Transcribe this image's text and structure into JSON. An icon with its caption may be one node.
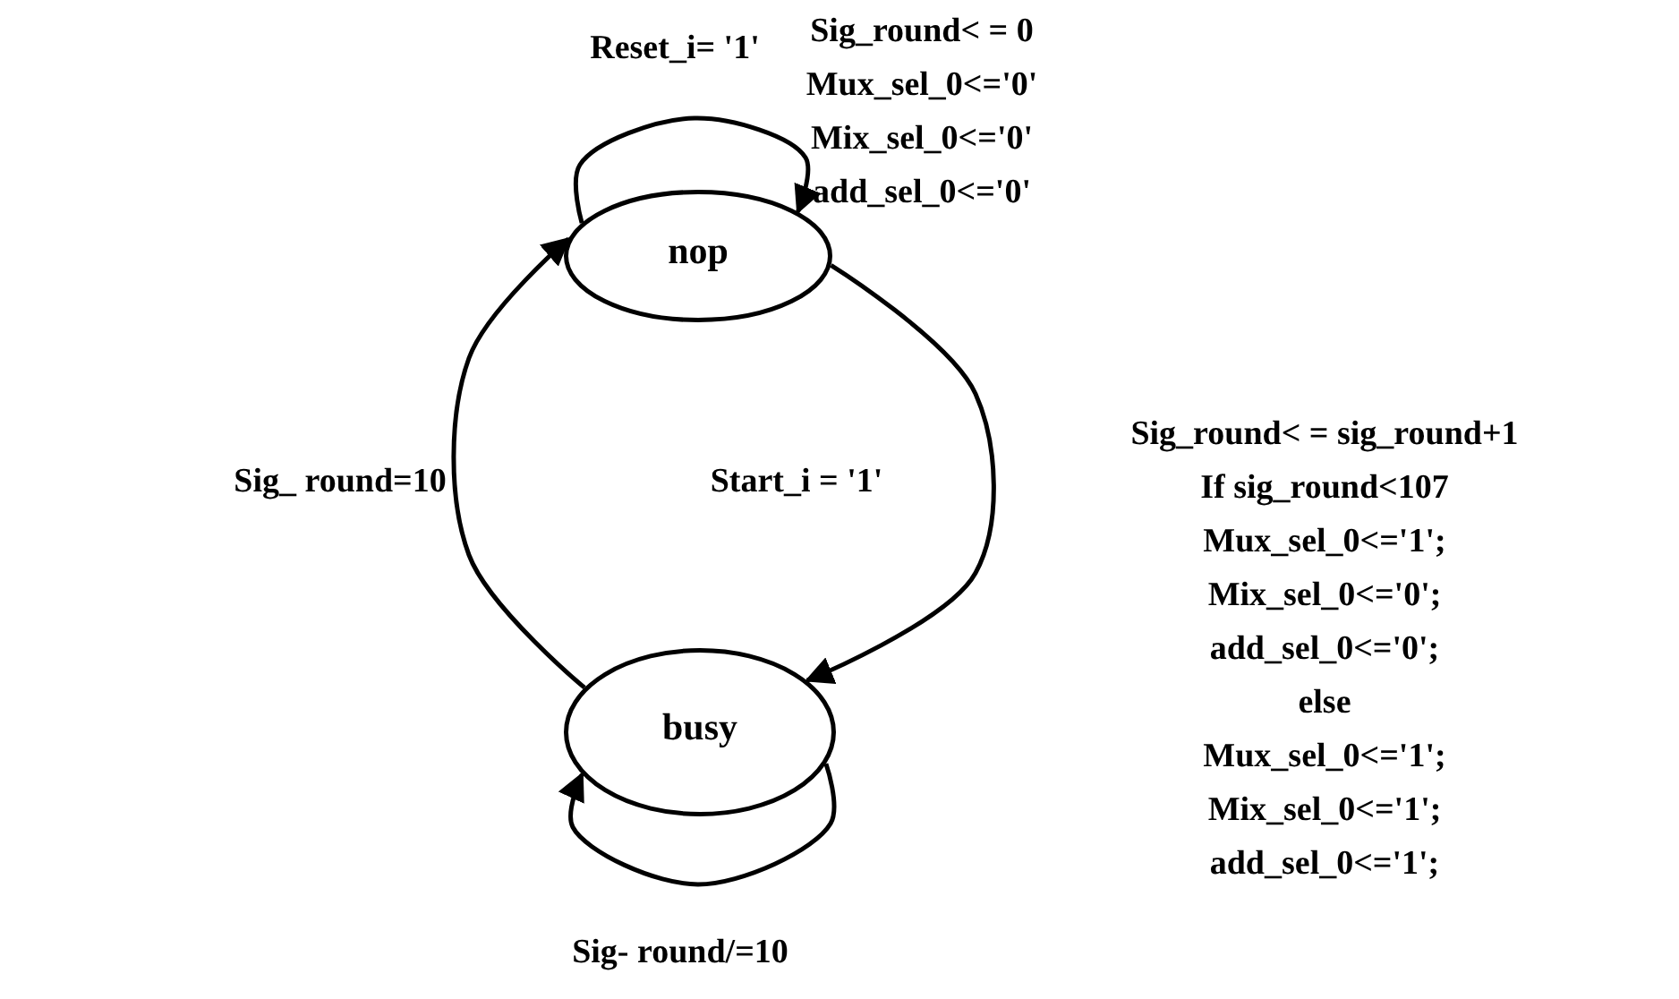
{
  "diagram": {
    "nodes": [
      {
        "text": [
          "nop"
        ]
      },
      {
        "text": [
          "busy"
        ]
      }
    ],
    "edges": [
      {
        "from": 0,
        "to": 0,
        "arrow": "to",
        "label": "Reset_i= '1'"
      },
      {
        "from": 0,
        "to": 1,
        "arrow": "to",
        "label": "Start_i = '1'"
      },
      {
        "from": 1,
        "to": 0,
        "arrow": "to",
        "label": "Sig_ round=10"
      },
      {
        "from": 1,
        "to": 1,
        "arrow": "to",
        "label": "Sig- round/=10"
      }
    ],
    "labels": [
      "Sig_round< = 0",
      "Mux_sel_0<='0'",
      "Mix_sel_0<='0'",
      "add_sel_0<='0'",
      "Sig_round< = sig_round+1",
      "If sig_round<107",
      "Mux_sel_0<='1';",
      "Mix_sel_0<='0';",
      "add_sel_0<='0';",
      "else",
      "Mux_sel_0<='1';",
      "Mix_sel_0<='1';",
      "add_sel_0<='1';"
    ]
  }
}
